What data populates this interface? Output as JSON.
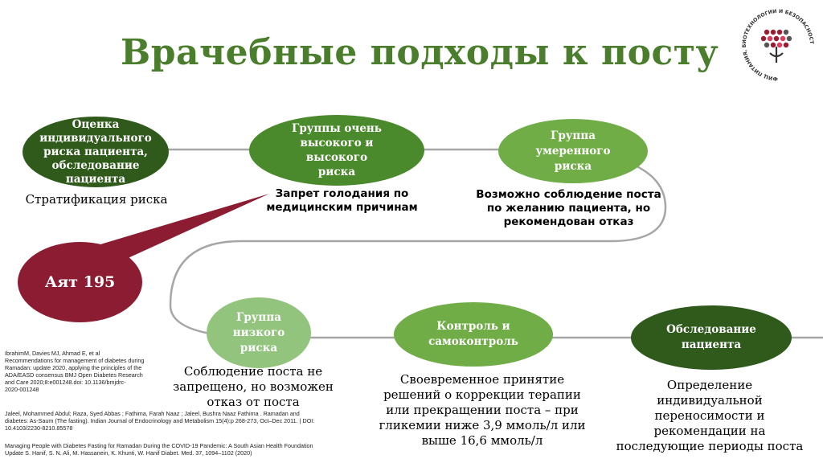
{
  "title": "Врачебные подходы к посту",
  "logo": {
    "ring_text": "ФИЦ ПИТАНИЯ, БИОТЕХНОЛОГИИ И БЕЗОПАСНОСТИ ПИЩИ",
    "icon": "tree-dots-logo-icon"
  },
  "nodes": {
    "assessment": "Оценка\nиндивидуального\nриска пациента,\nобследование\nпациента",
    "very_high": "Группы очень\nвысокого и\nвысокого\nриска",
    "moderate": "Группа\nумеренного\nриска",
    "ayat": "Аят 195",
    "low": "Группа\nнизкого\nриска",
    "control": "Контроль и\nсамоконтроль",
    "exam": "Обследование\nпациента"
  },
  "descriptions": {
    "stratification": "Стратификация риска",
    "prohibition": "Запрет голодания по\nмедицинским причинам",
    "moderate_note": "Возможно соблюдение поста\nпо желанию пациента, но\nрекомендован отказ",
    "low_note": "Соблюдение поста не\nзапрещено, но возможен\nотказ от поста",
    "control_note": "Своевременное принятие\nрешений о коррекции терапии\nили прекращении поста – при\nгликемии ниже 3,9 ммоль/л или\nвыше 16,6 ммоль/л",
    "exam_note": "Определение\nиндивидуальной\nпереносимости и\nрекомендации на\nпоследующие периоды поста"
  },
  "references": {
    "ref1": "IbrahimM, Davies MJ, Ahmad E, et al\nRecommendations for management of diabetes during\nRamadan: update 2020, applying the principles of the\nADA/EASD consensus BMJ Open Diabetes Research\nand Care 2020;8:e001248.doi: 10.1136/bmjdrc-\n2020-001248",
    "ref2": "Jaleel, Mohammed Abdul; Raza, Syed Abbas ; Fathima, Farah Naaz ; Jaleel, Bushra Naaz Fathima . Ramadan and\ndiabetes: As-Saum (The fasting). Indian Journal of Endocrinology and Metabolism 15(4):p 268-273, Oct–Dec 2011. | DOI:\n10.4103/2230-8210.85578",
    "ref3": "Managing People with Diabetes Fasting for Ramadan During the COVID-19 Pandemic: A South Asian Health Foundation\nUpdate S. Hanif, S. N. Ali, M. Hassanein, K. Khunti, W. Hanif Diabet. Med. 37, 1094–1102 (2020)"
  },
  "colors": {
    "title": "#4a7e2c",
    "dark_green": "#2f5a1c",
    "mid_green": "#4a8a2c",
    "light_green": "#70ad47",
    "pale_green": "#93c47d",
    "burgundy": "#8b1c32",
    "connector": "#a6a6a6"
  }
}
